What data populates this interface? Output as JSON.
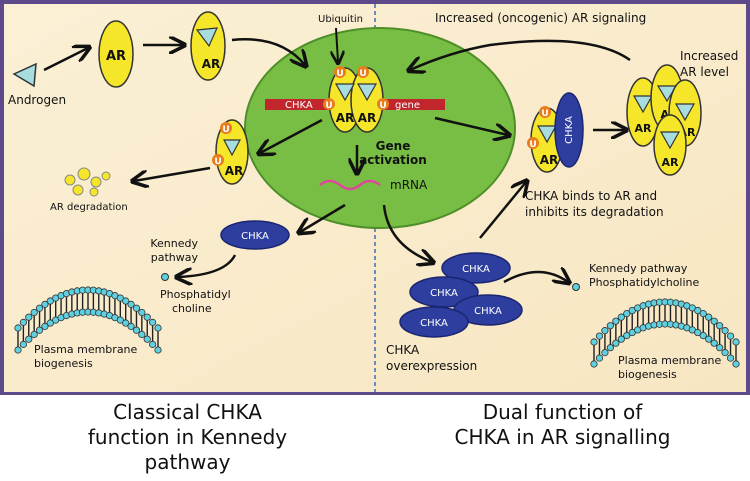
{
  "labels": {
    "androgen": "Androgen",
    "ubiquitin": "Ubiquitin",
    "ar": "AR",
    "u": "U",
    "chka": "CHKA",
    "gene": "gene",
    "gene_activation_1": "Gene",
    "gene_activation_2": "activation",
    "mrna": "mRNA",
    "ar_degradation": "AR degradation",
    "kennedy_1": "Kennedy",
    "kennedy_2": "pathway",
    "phosphatidyl_1": "Phosphatidyl",
    "phosphatidyl_2": "choline",
    "plasma_left_1": "Plasma membrane",
    "plasma_left_2": "biogenesis",
    "increased_signaling": "Increased (oncogenic) AR signaling",
    "increased_level_1": "Increased",
    "increased_level_2": "AR level",
    "binds_1": "CHKA binds to AR and",
    "binds_2": "inhibits its degradation",
    "kennedy_right_1": "Kennedy pathway",
    "kennedy_right_2": "Phosphatidylcholine",
    "overexpression_1": "CHKA",
    "overexpression_2": "overexpression",
    "plasma_right_1": "Plasma membrane",
    "plasma_right_2": "biogenesis"
  },
  "captions": {
    "left": "Classical CHKA\nfunction in Kennedy\npathway",
    "right": "Dual function of\nCHKA in AR signalling"
  },
  "colors": {
    "background": "#fbf0d5",
    "frame": "#5e4a8a",
    "divider": "#3b6fb6",
    "nucleus": "#78be45",
    "ar_fill": "#f5e62a",
    "chka_fill": "#2e3e9e",
    "ubiquitin": "#e87d1e",
    "gene_bar": "#c0262b",
    "mrna": "#e0479a",
    "membrane": "#5fd0e0",
    "androgen": "#a8dde0"
  },
  "icons": [
    "androgen-triangle-icon",
    "ar-receptor-icon",
    "chka-protein-icon",
    "ubiquitin-icon",
    "lipid-bilayer-icon",
    "arrow-icon"
  ]
}
